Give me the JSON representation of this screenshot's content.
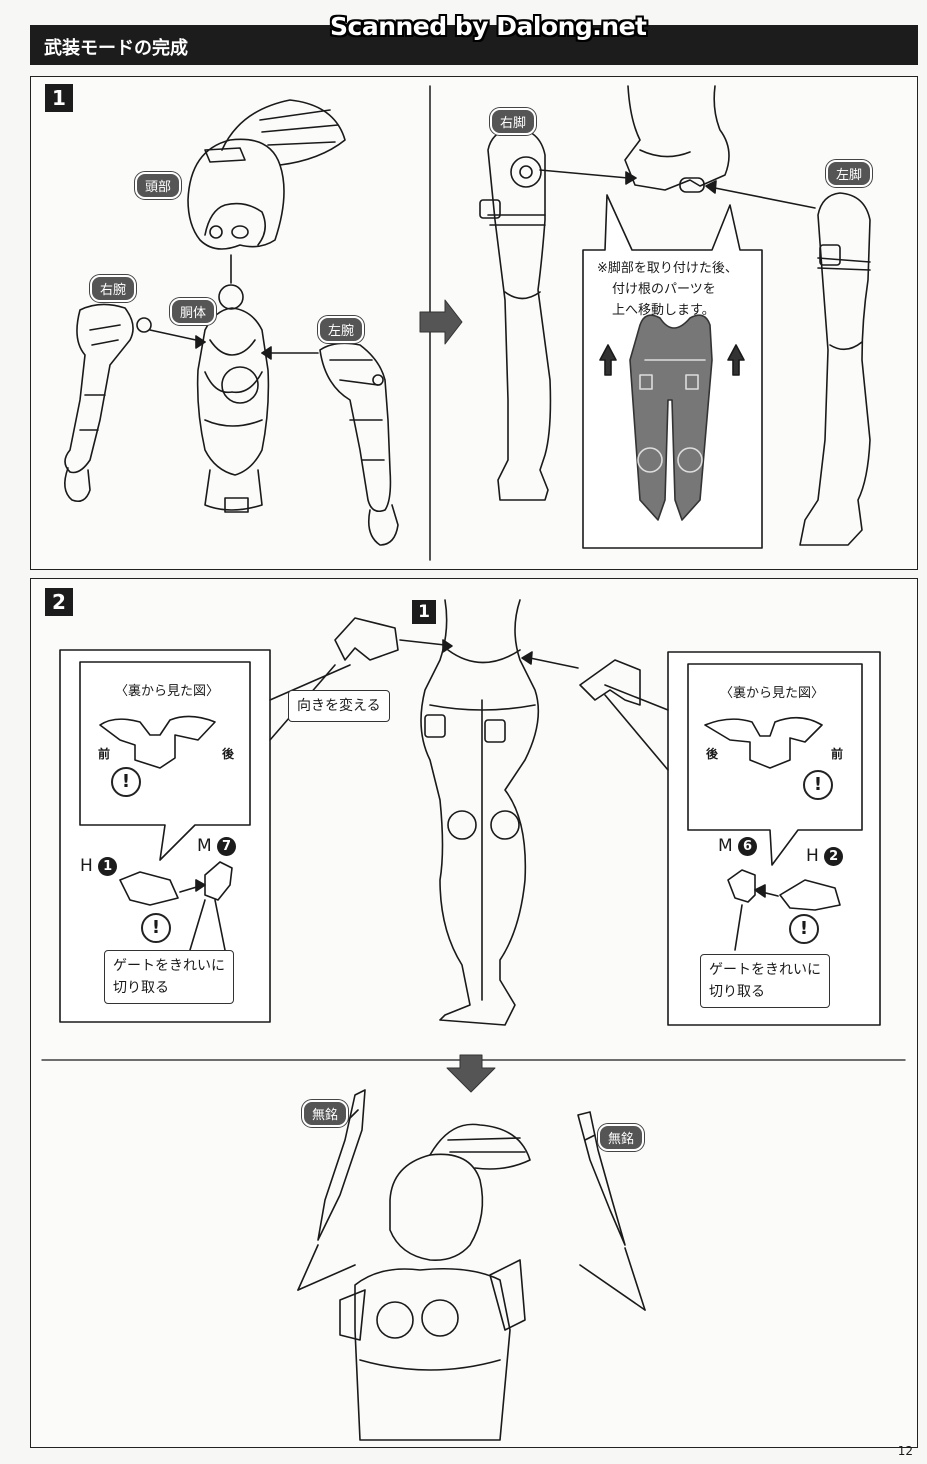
{
  "watermark": "Scanned by Dalong.net",
  "header": {
    "title": "武装モードの完成"
  },
  "step1": {
    "number": "1",
    "labels": {
      "head": "頭部",
      "right_arm": "右腕",
      "torso": "胴体",
      "left_arm": "左腕",
      "right_leg": "右脚",
      "left_leg": "左脚"
    },
    "note": [
      "※脚部を取り付けた後、",
      "付け根のパーツを",
      "上へ移動します。"
    ]
  },
  "step2": {
    "number": "2",
    "ref_step": "1",
    "left_callout": {
      "title": "〈裏から見た図〉",
      "front": "前",
      "back": "後",
      "part_h": "H",
      "part_h_num": "1",
      "part_m": "M",
      "part_m_num": "7",
      "gate_note": [
        "ゲートをきれいに",
        "切り取る"
      ]
    },
    "right_callout": {
      "title": "〈裏から見た図〉",
      "front": "前",
      "back": "後",
      "part_h": "H",
      "part_h_num": "2",
      "part_m": "M",
      "part_m_num": "6",
      "gate_note": [
        "ゲートをきれいに",
        "切り取る"
      ]
    },
    "turn_note": "向きを変える",
    "weapon_label_left": "無銘",
    "weapon_label_right": "無銘"
  },
  "page_number": "12"
}
